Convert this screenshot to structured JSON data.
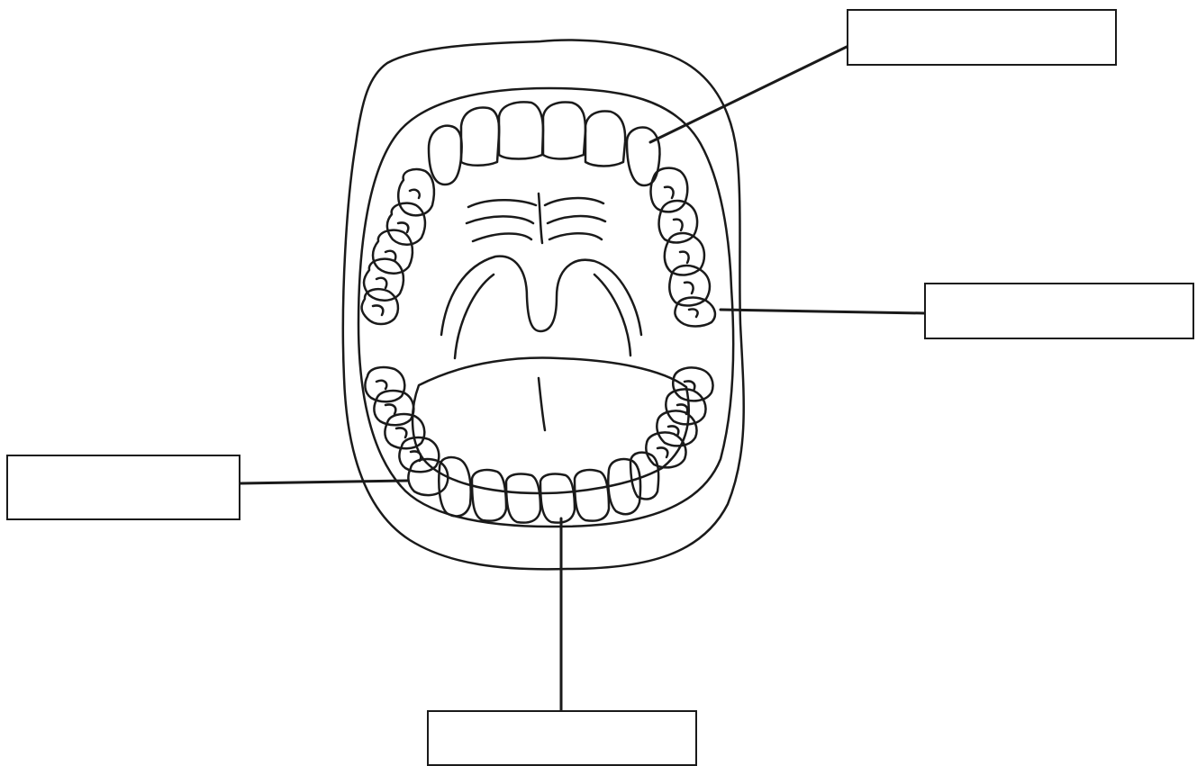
{
  "diagram": {
    "labels": [
      {
        "id": "upper-canine",
        "text": ""
      },
      {
        "id": "upper-molar",
        "text": ""
      },
      {
        "id": "lower-premolar",
        "text": ""
      },
      {
        "id": "lower-incisor",
        "text": ""
      }
    ],
    "colors": {
      "stroke": "#1a1a1a",
      "background": "#ffffff"
    }
  }
}
